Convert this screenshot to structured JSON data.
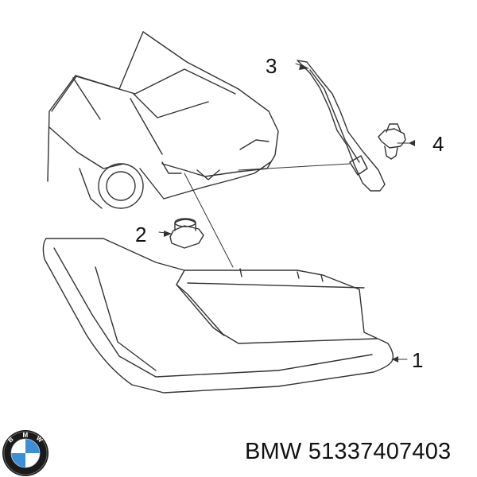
{
  "callouts": [
    {
      "label": "1",
      "part": "tail-light-assembly"
    },
    {
      "label": "2",
      "part": "nut"
    },
    {
      "label": "3",
      "part": "bracket-strip"
    },
    {
      "label": "4",
      "part": "clip"
    }
  ],
  "footer": {
    "brand": "BMW",
    "part_number": "51337407403",
    "logo_letters": [
      "B",
      "M",
      "W"
    ]
  },
  "colors": {
    "line": "#333333",
    "logo_blue": "#3a8fd6",
    "logo_black": "#1a1a1a"
  }
}
